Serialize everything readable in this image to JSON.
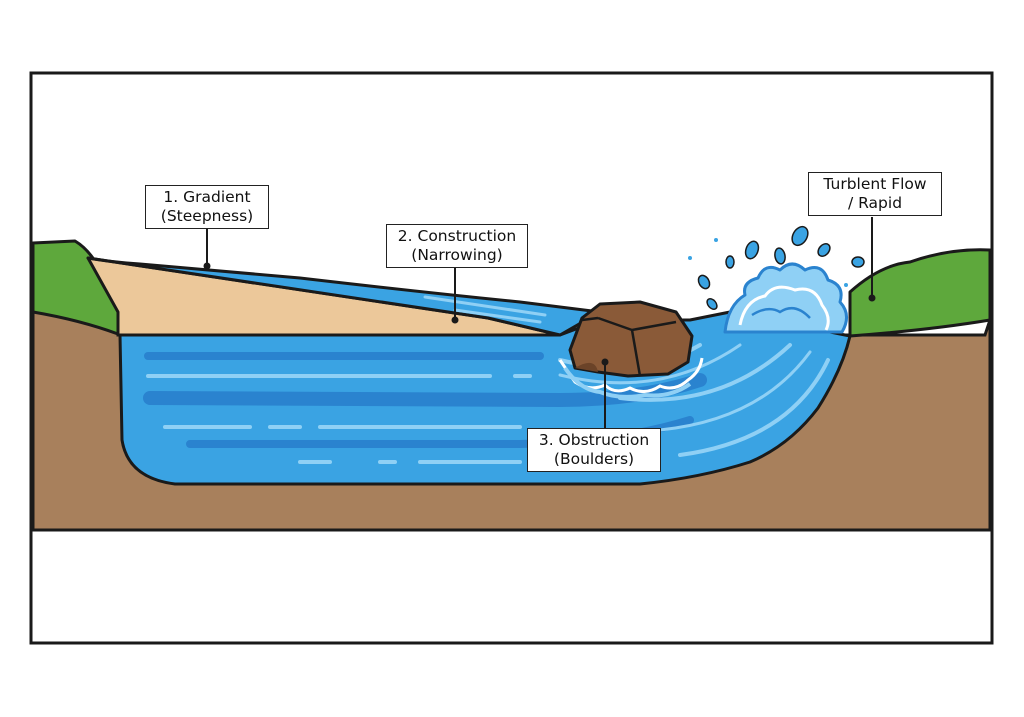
{
  "colors": {
    "frame": "#1a1a1a",
    "grass": "#5ea83c",
    "soil": "#a8805c",
    "sand": "#ecc89a",
    "water": "#3aa3e3",
    "water_dark": "#2a83cf",
    "water_light": "#8fd0f5",
    "boulder": "#8a5a38",
    "boulder_dark": "#6b4328"
  },
  "labels": {
    "gradient": {
      "line1": "1. Gradient",
      "line2": "(Steepness)"
    },
    "construction": {
      "line1": "2. Construction",
      "line2": "(Narrowing)"
    },
    "obstruction": {
      "line1": "3. Obstruction",
      "line2": "(Boulders)"
    },
    "turbulent": {
      "line1": "Turblent Flow",
      "line2": "/ Rapid"
    }
  },
  "icons": [
    "boulder-icon",
    "splash-icon"
  ]
}
